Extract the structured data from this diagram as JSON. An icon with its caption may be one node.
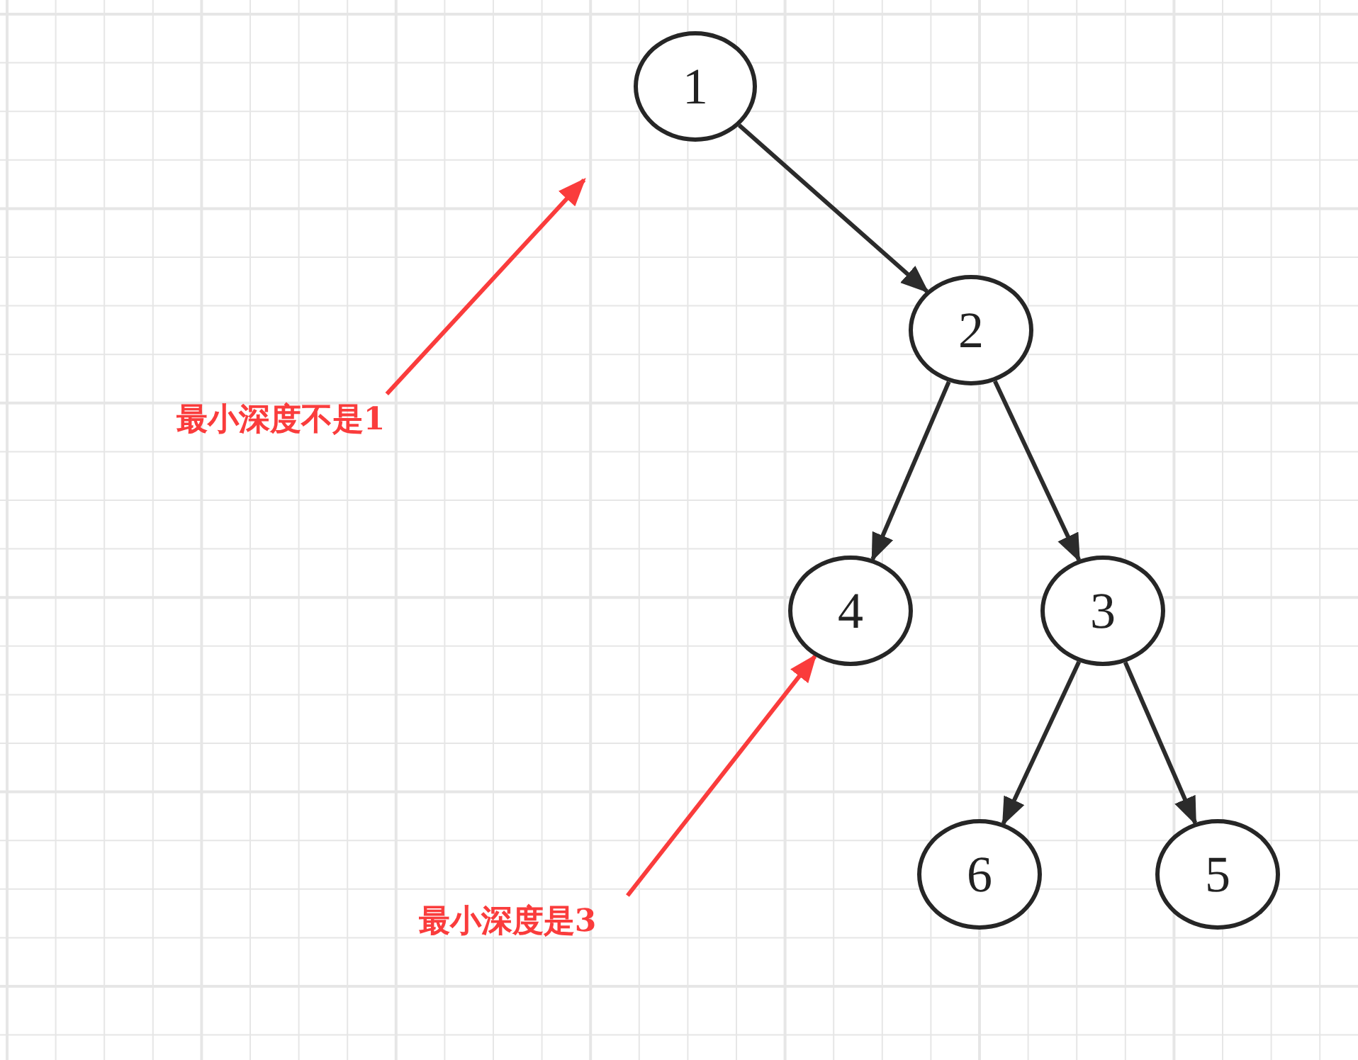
{
  "diagram": {
    "nodes": [
      {
        "text": [
          "1"
        ]
      },
      {
        "text": [
          "2"
        ]
      },
      {
        "text": [
          "最小深度不是1"
        ]
      },
      {
        "text": [
          "4"
        ]
      },
      {
        "text": [
          "3"
        ]
      },
      {
        "text": [
          "6"
        ]
      },
      {
        "text": [
          "5"
        ]
      },
      {
        "text": [
          "最小深度是3"
        ]
      }
    ],
    "edges": [
      {
        "from": 0,
        "to": 1,
        "arrow": "to"
      },
      {
        "from": 1,
        "to": 3,
        "arrow": "to"
      },
      {
        "from": 1,
        "to": 4,
        "arrow": "to"
      },
      {
        "from": 4,
        "to": 5,
        "arrow": "to"
      },
      {
        "from": 4,
        "to": 6,
        "arrow": "to"
      },
      {
        "from": 2,
        "to": null,
        "arrow": "to",
        "color": "#fa3c3c"
      },
      {
        "from": 7,
        "to": 3,
        "arrow": "to",
        "color": "#fa3c3c"
      }
    ]
  }
}
